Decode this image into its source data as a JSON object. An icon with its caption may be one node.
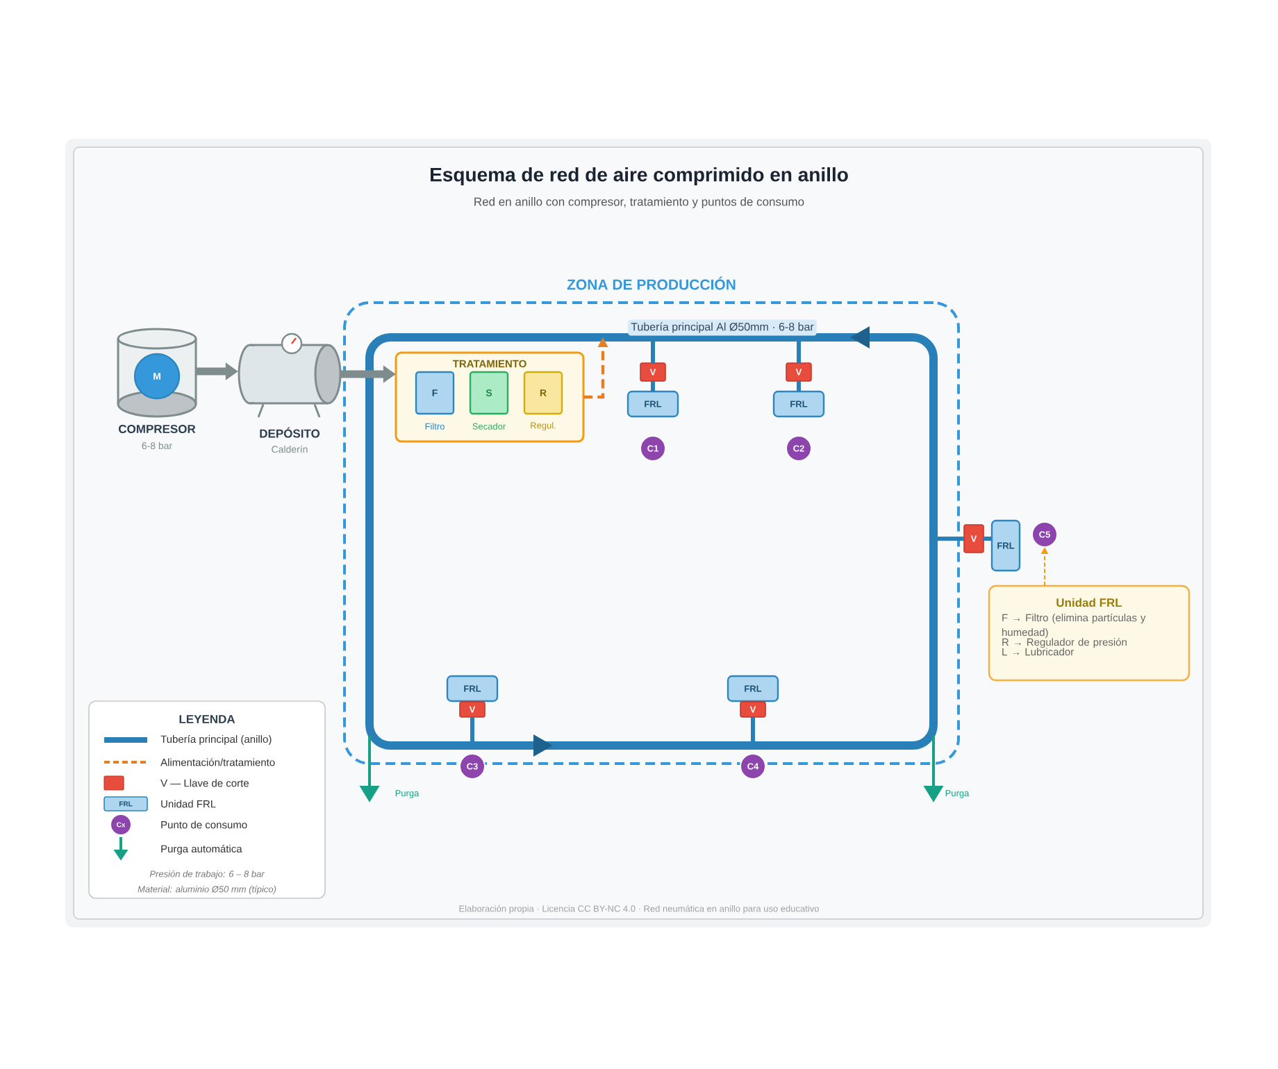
{
  "diagram": {
    "title": "Esquema de red de aire comprimido en anillo",
    "nodes": [
      {
        "text": [
          "ZONA DE PRODUCCIÓN"
        ]
      },
      {
        "text": [
          "COMPRESOR",
          "6-8 bar"
        ]
      },
      {
        "text": [
          "M"
        ],
        "in": 1
      },
      {
        "text": [
          "DEPÓSITO",
          "Calderín"
        ]
      },
      {
        "text": [
          "Tubería principal Al Ø50mm · 6-8 bar"
        ],
        "in": 0
      },
      {
        "text": [
          "TRATAMIENTO"
        ],
        "in": 4
      },
      {
        "text": [
          "F",
          "Filtro"
        ],
        "in": 5
      },
      {
        "text": [
          "S",
          "Secador"
        ],
        "in": 5
      },
      {
        "text": [
          "R",
          "Regul."
        ],
        "in": 5
      },
      {
        "text": [
          "V"
        ],
        "in": 4
      },
      {
        "text": [
          "FRL"
        ],
        "in": 4
      },
      {
        "text": [
          "C1"
        ],
        "in": 4
      },
      {
        "text": [
          "V"
        ],
        "in": 4
      },
      {
        "text": [
          "FRL"
        ],
        "in": 4
      },
      {
        "text": [
          "C2"
        ],
        "in": 4
      },
      {
        "text": [
          "FRL"
        ],
        "in": 4
      },
      {
        "text": [
          "V"
        ],
        "in": 4
      },
      {
        "text": [
          "C3"
        ]
      },
      {
        "text": [
          "FRL"
        ],
        "in": 4
      },
      {
        "text": [
          "V"
        ],
        "in": 4
      },
      {
        "text": [
          "C4"
        ]
      },
      {
        "text": [
          "V"
        ]
      },
      {
        "text": [
          "FRL"
        ]
      },
      {
        "text": [
          "C5"
        ]
      },
      {
        "text": [
          "Unidad FRL",
          "F → Filtro (elimina partículas y humedad)",
          "R → Regulador de presión",
          "L → Lubricador"
        ]
      }
    ],
    "edges": [
      {
        "from": 1,
        "to": 3,
        "arrow": "to",
        "style": "thick",
        "color": "#7f8c8d"
      },
      {
        "from": 3,
        "to": 5,
        "arrow": "to",
        "style": "thick",
        "color": "#7f8c8d"
      },
      {
        "from": 5,
        "to": 4,
        "arrow": "to",
        "style": "dashed",
        "color": "#e67e22"
      },
      {
        "from": 4,
        "to": 9,
        "arrow": "none"
      },
      {
        "from": 9,
        "to": 10,
        "arrow": "none"
      },
      {
        "from": 4,
        "to": 12,
        "arrow": "none"
      },
      {
        "from": 12,
        "to": 13,
        "arrow": "none"
      },
      {
        "from": 4,
        "to": 16,
        "arrow": "none"
      },
      {
        "from": 4,
        "to": 19,
        "arrow": "none"
      },
      {
        "from": 4,
        "to": 21,
        "arrow": "none"
      },
      {
        "from": 21,
        "to": 22,
        "arrow": "none"
      },
      {
        "from": 24,
        "to": 23,
        "arrow": "to",
        "style": "dashed",
        "color": "#f39c12"
      },
      {
        "from": 4,
        "to": null,
        "arrow": "to",
        "label": "Purga",
        "color": "#16a085"
      },
      {
        "from": 4,
        "to": null,
        "arrow": "to",
        "label": "Purga",
        "color": "#16a085"
      }
    ],
    "labels": [
      "Red en anillo con compresor, tratamiento y puntos de consumo",
      "LEYENDA",
      "FRL",
      "Cx",
      "Presión de trabajo: 6 – 8 bar",
      "Material: aluminio Ø50 mm (típico)",
      "Elaboración propia · Licencia CC BY-NC 4.0 · Red neumática en anillo para uso educativo"
    ],
    "legend": [
      {
        "text": "Tubería principal (anillo)"
      },
      {
        "text": "Alimentación/tratamiento"
      },
      {
        "text": "V — Llave de corte",
        "color": "#e74c3c"
      },
      {
        "text": "Unidad FRL"
      },
      {
        "text": "Punto de consumo"
      },
      {
        "text": "Purga automática"
      }
    ]
  }
}
